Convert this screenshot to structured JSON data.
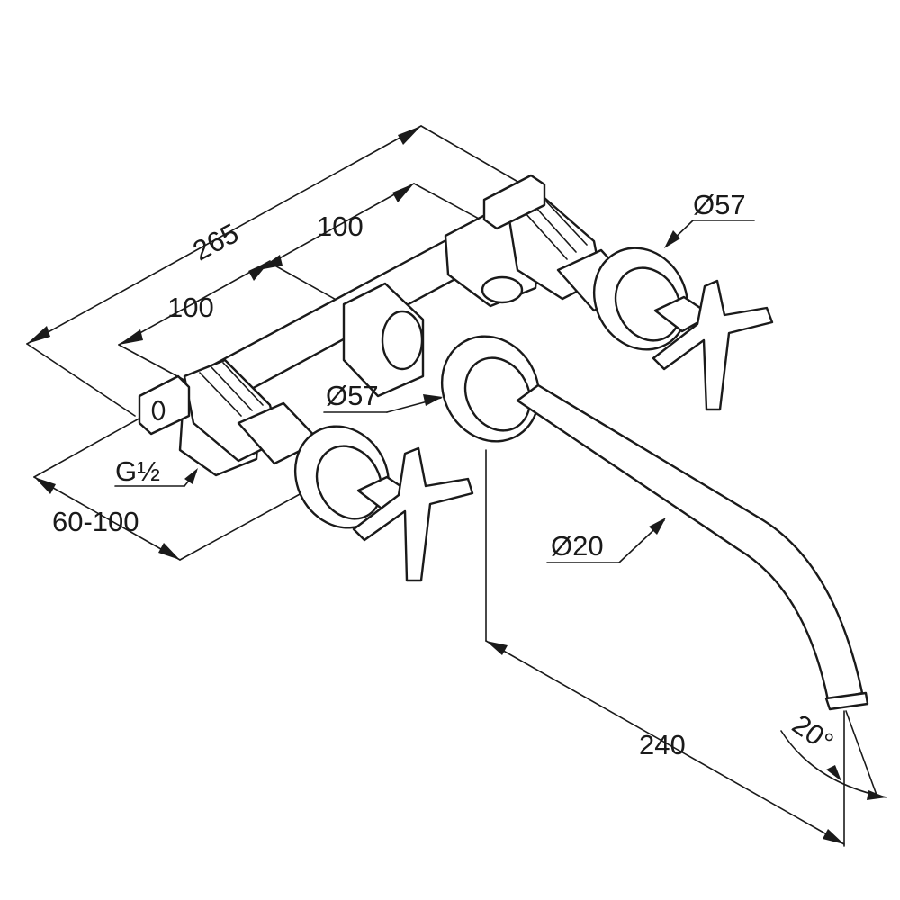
{
  "drawing": {
    "dim_total_width": "265",
    "dim_spacing_right": "100",
    "dim_spacing_left": "100",
    "dim_handle_dia_right": "Ø57",
    "dim_spout_rosette_dia": "Ø57",
    "dim_thread": "G½",
    "dim_depth_range": "60-100",
    "dim_spout_dia": "Ø20",
    "dim_spout_length": "240",
    "dim_spout_angle": "20°"
  }
}
